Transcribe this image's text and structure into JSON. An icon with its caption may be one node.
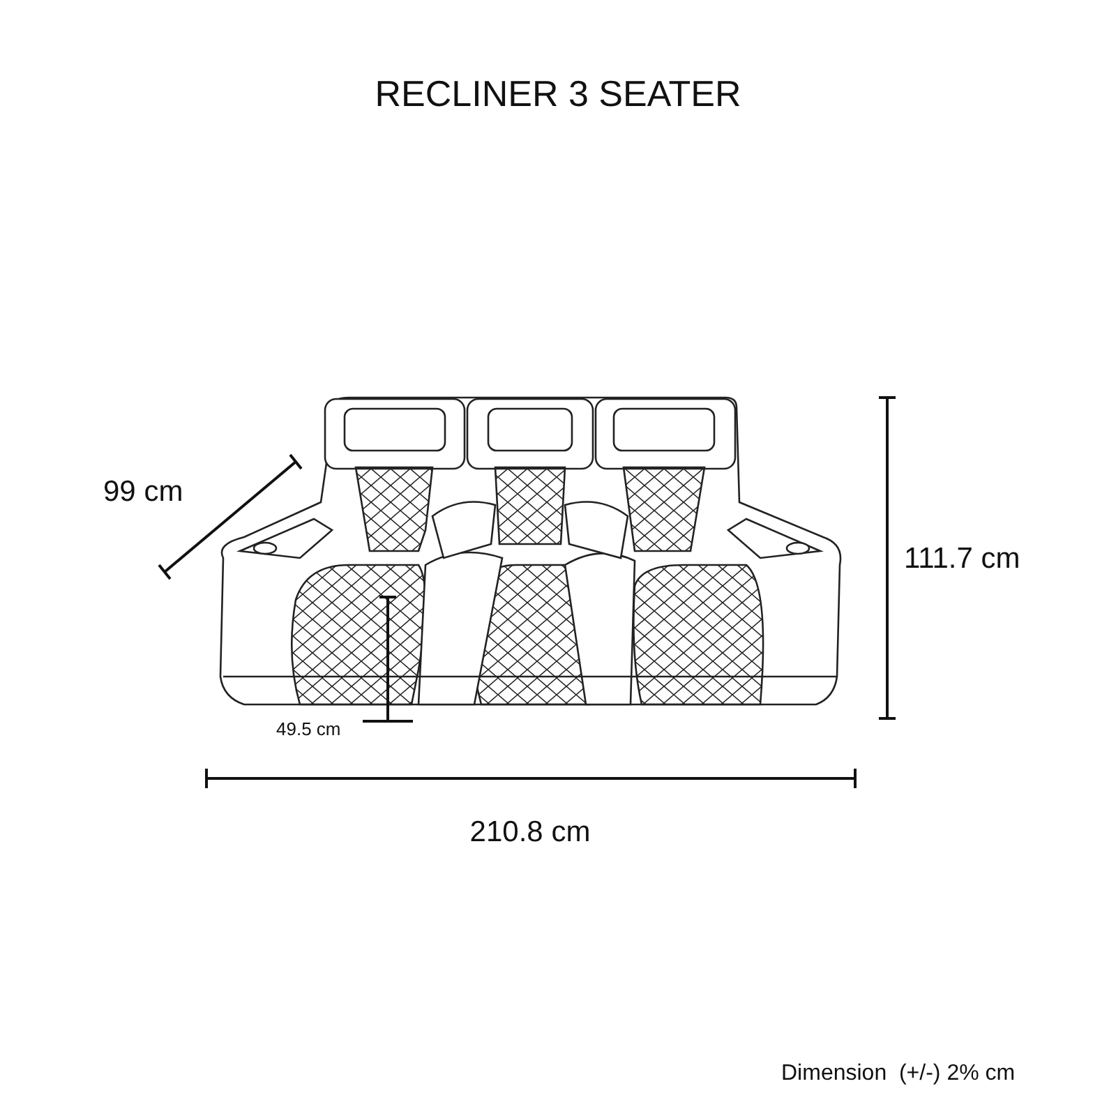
{
  "diagram": {
    "title": "RECLINER 3 SEATER",
    "labels": [
      "99 cm",
      "111.7 cm",
      "49.5 cm",
      "210.8 cm",
      "Dimension  (+/-) 2% cm"
    ]
  }
}
